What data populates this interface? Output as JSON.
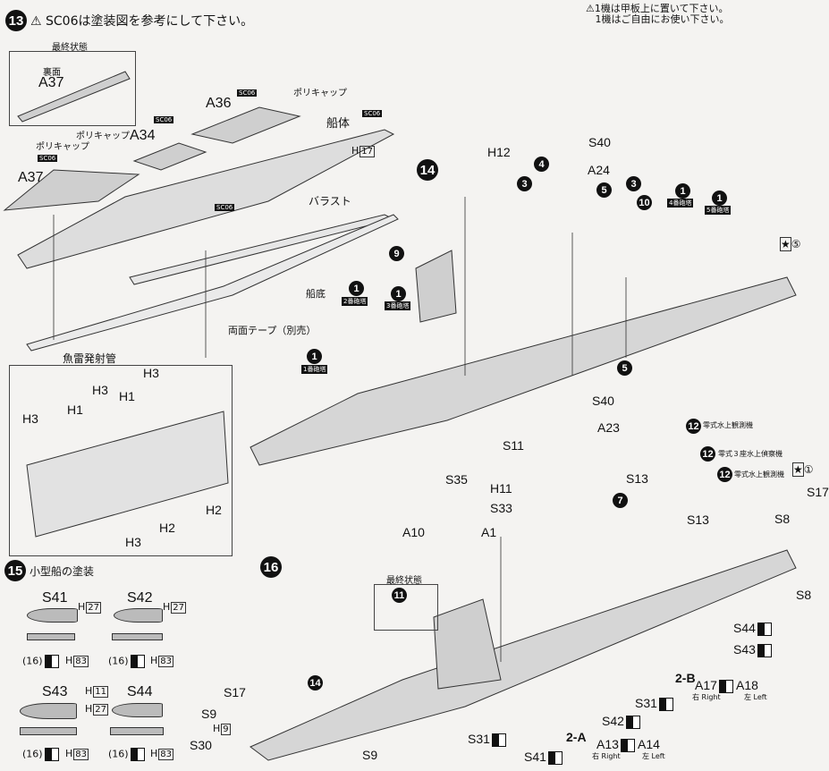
{
  "step13": {
    "number": "13",
    "note": "SC06は塗装図を参考にして下さい。",
    "final_state": "最終状態",
    "reverse_side": "裏面",
    "parts": {
      "a37": "A37",
      "a34": "A34",
      "a36": "A36",
      "sc06": "SC06",
      "polycap": "ポリキャップ",
      "hull": "船体",
      "h": "H",
      "h17": "17",
      "ballast": "バラスト",
      "hull_bottom": "船底",
      "tape": "両面テープ（別売）"
    },
    "torpedo": {
      "title": "魚雷発射管",
      "h3": "H3",
      "h1": "H1",
      "h2": "H2"
    }
  },
  "notes": {
    "line1": "1機は甲板上に置いて下さい。",
    "line2": "1機はご自由にお使い下さい。"
  },
  "step14": {
    "number": "14",
    "h12": "H12",
    "s40": "S40",
    "a24": "A24",
    "a23": "A23",
    "sub4": "4",
    "sub3": "3",
    "sub5": "5",
    "sub10": "10",
    "sub9": "9",
    "sub1": "1",
    "turret1": "1番砲塔",
    "turret2": "2番砲塔",
    "turret3": "3番砲塔",
    "turret4": "4番砲塔",
    "turret5": "5番砲塔",
    "star5": "⑤"
  },
  "step15": {
    "number": "15",
    "title": "小型船の塗装",
    "boats": [
      {
        "name": "S41",
        "top": "27",
        "color1": "16",
        "bottom": "83"
      },
      {
        "name": "S42",
        "top": "27",
        "color1": "16",
        "bottom": "83"
      },
      {
        "name": "S43",
        "top": "11",
        "top2": "27",
        "color1": "16",
        "bottom": "83"
      },
      {
        "name": "S44",
        "color1": "16",
        "bottom": "83"
      }
    ],
    "h": "H"
  },
  "step16": {
    "number": "16",
    "final_state": "最終状態",
    "sub11": "11",
    "sub7": "7",
    "sub12": "12",
    "sub14": "14",
    "plane1": "零式水上観測機",
    "plane2": "零式３座水上偵察機",
    "plane3": "零式水上観測機",
    "star1": "①",
    "parts": {
      "s11": "S11",
      "h11": "H11",
      "s35": "S35",
      "s33": "S33",
      "a1": "A1",
      "a10": "A10",
      "s13": "S13",
      "s8": "S8",
      "s17": "S17",
      "s44": "S44",
      "s43": "S43",
      "s31": "S31",
      "s42": "S42",
      "s41": "S41",
      "s9": "S9",
      "h9": "9",
      "s30": "S30",
      "a17": "A17",
      "a18": "A18",
      "a13": "A13",
      "a14": "A14",
      "sub2b": "2-B",
      "sub2a": "2-A",
      "right": "右 Right",
      "left": "左 Left",
      "h": "H"
    }
  }
}
